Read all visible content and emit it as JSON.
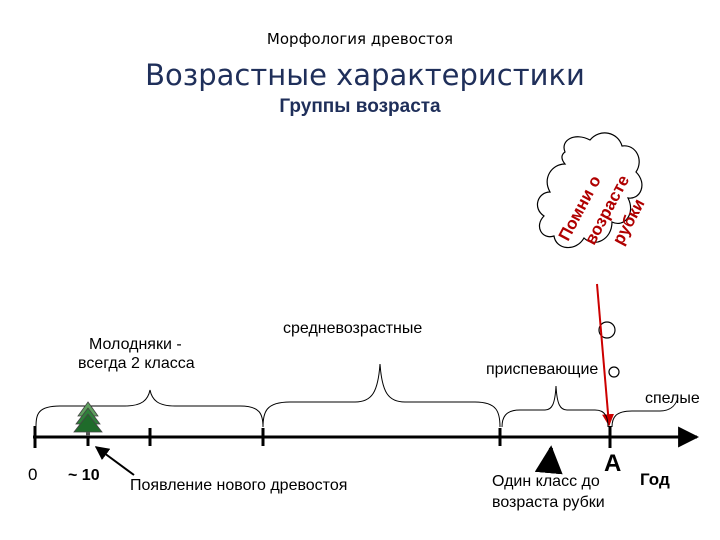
{
  "header": {
    "supertitle": "Морфология древостоя",
    "title": "Возрастные характеристики",
    "subtitle": "Группы возраста"
  },
  "cloud": {
    "line1": "Помни о",
    "line2": "возрасте",
    "line3": "рубки"
  },
  "groups": {
    "young_line1": "Молодняки -",
    "young_line2": "всегда 2 класса",
    "middle": "средневозрастные",
    "ripening": "приспевающие",
    "mature": "спелые"
  },
  "axis": {
    "zero": "0",
    "ten": "~ 10",
    "new_stand": "Появление нового древостоя",
    "one_class_line1": "Один класс до",
    "one_class_line2": "возраста рубки",
    "a_marker": "А",
    "unit": "Год"
  },
  "colors": {
    "title": "#1f2f5a",
    "arrow": "#cc0000",
    "tree_dark": "#1f6b2a",
    "tree_light": "#5fa05f"
  }
}
